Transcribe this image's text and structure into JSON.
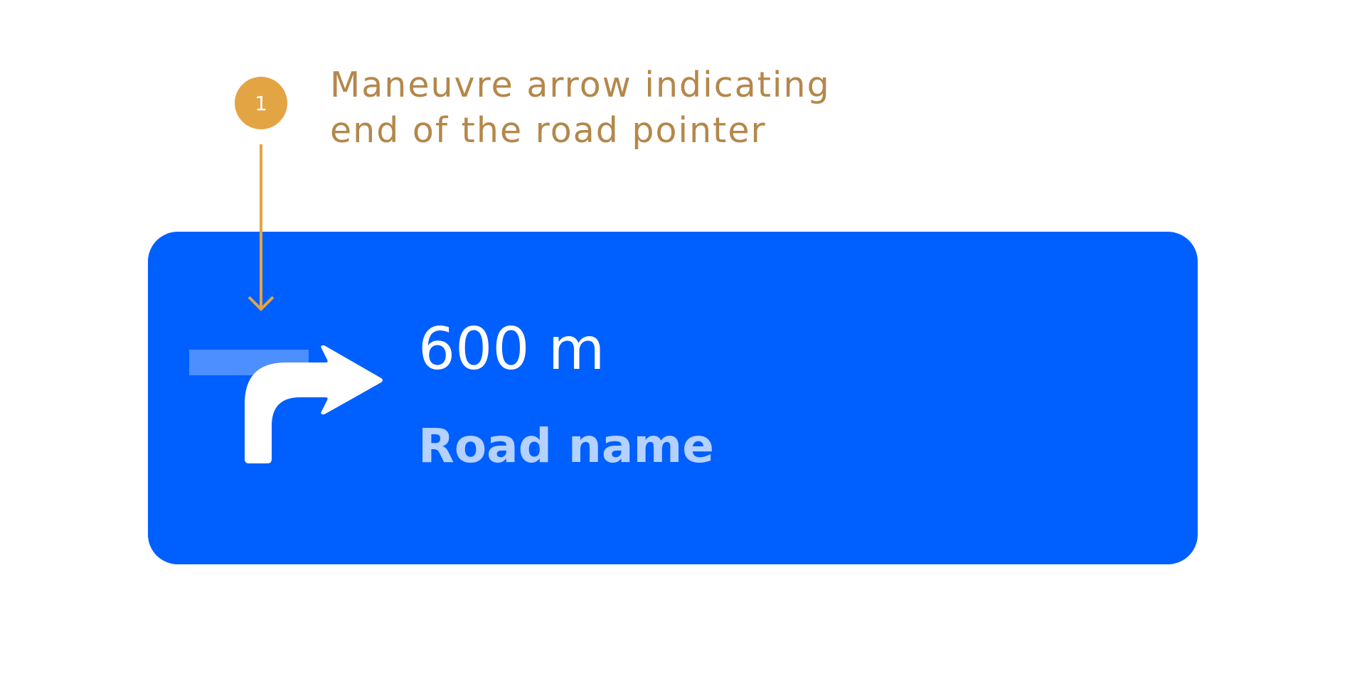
{
  "annotation": {
    "number": "1",
    "text_line1": "Maneuvre arrow indicating",
    "text_line2": "end of the road pointer"
  },
  "instruction": {
    "distance": "600 m",
    "road_name": "Road name",
    "maneuver_icon": "turn-right-end-of-road-arrow-icon"
  },
  "colors": {
    "background": "#FFFFFF",
    "annotation": "#E3A444",
    "annotation_text": "#B4874A",
    "card": "#005FFF",
    "lane_bar": "#4D8FFF",
    "arrow": "#FFFFFF",
    "road_name": "#B4D1FF"
  }
}
